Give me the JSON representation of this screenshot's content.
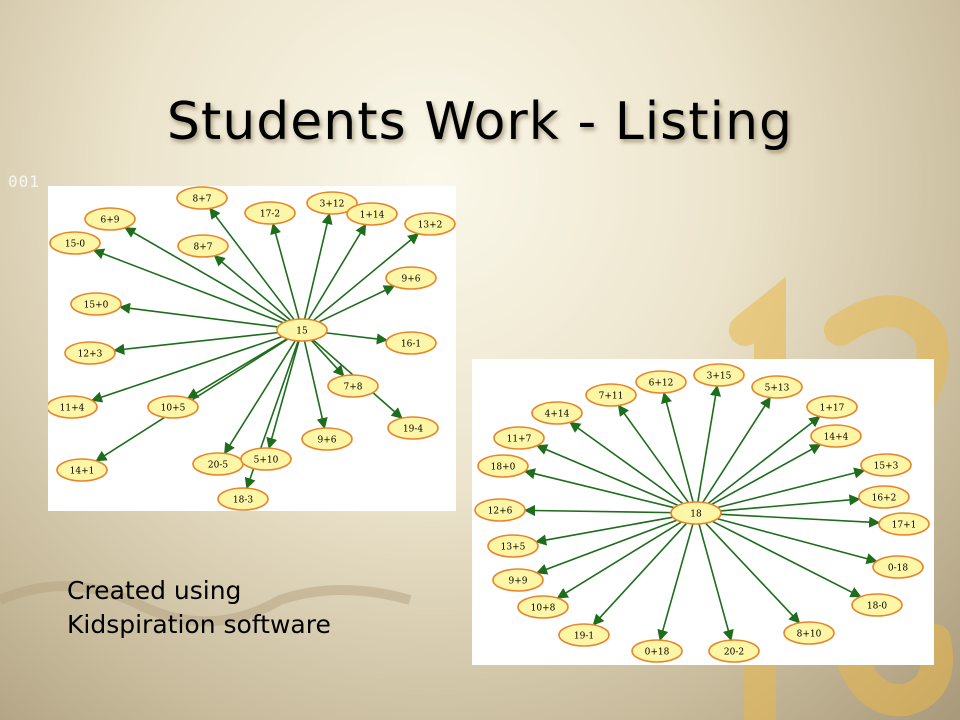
{
  "slide": {
    "title": "Students Work - Listing",
    "digit_strip": "001",
    "caption_lines": [
      "Created using",
      "Kidspiration software"
    ]
  },
  "colors": {
    "node_fill": "#fdf6a6",
    "node_stroke": "#e8852a",
    "arrow": "#1d6d1d",
    "text": "#000000"
  },
  "diagram_left": {
    "center_label": "15",
    "nodes": [
      "8+7",
      "6+9",
      "17-2",
      "3+12",
      "1+14",
      "13+2",
      "15-0",
      "8+7",
      "9+6",
      "15+0",
      "16-1",
      "12+3",
      "7+8",
      "11+4",
      "10+5",
      "19-4",
      "9+6",
      "20-5",
      "5+10",
      "14+1",
      "18-3"
    ]
  },
  "diagram_right": {
    "center_label": "18",
    "nodes": [
      "3+15",
      "6+12",
      "5+13",
      "7+11",
      "1+17",
      "4+14",
      "14+4",
      "11+7",
      "15+3",
      "18+0",
      "16+2",
      "12+6",
      "17+1",
      "13+5",
      "0-18",
      "9+9",
      "18-0",
      "10+8",
      "8+10",
      "19-1",
      "0+18",
      "20-2"
    ]
  }
}
